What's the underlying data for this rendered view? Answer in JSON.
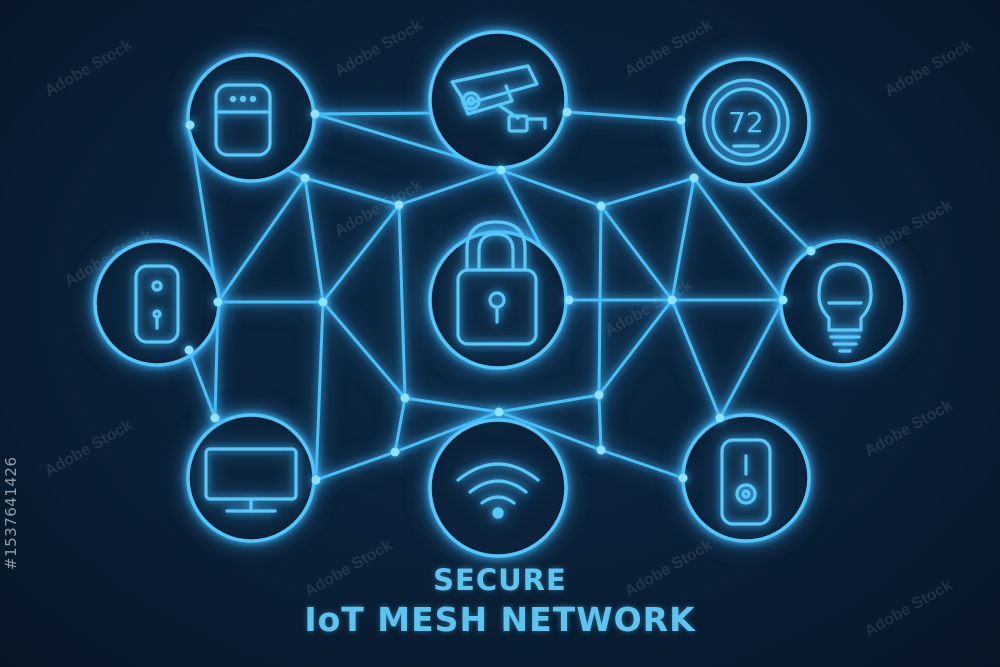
{
  "caption": {
    "line1": "SECURE",
    "line2": "IoT MESH NETWORK"
  },
  "watermark": {
    "text": "Adobe Stock",
    "id": "#1537641426"
  },
  "thermostat": {
    "reading": "72"
  },
  "colors": {
    "background": "#0a1f36",
    "line": "#49c0f5",
    "node": "#7fdcff",
    "text": "#5fc3ef"
  },
  "devices": [
    {
      "name": "smart-speaker-icon"
    },
    {
      "name": "security-camera-icon"
    },
    {
      "name": "thermostat-icon"
    },
    {
      "name": "door-sensor-icon"
    },
    {
      "name": "padlock-icon"
    },
    {
      "name": "light-bulb-icon"
    },
    {
      "name": "monitor-icon"
    },
    {
      "name": "wifi-icon"
    },
    {
      "name": "smart-plug-icon"
    }
  ]
}
